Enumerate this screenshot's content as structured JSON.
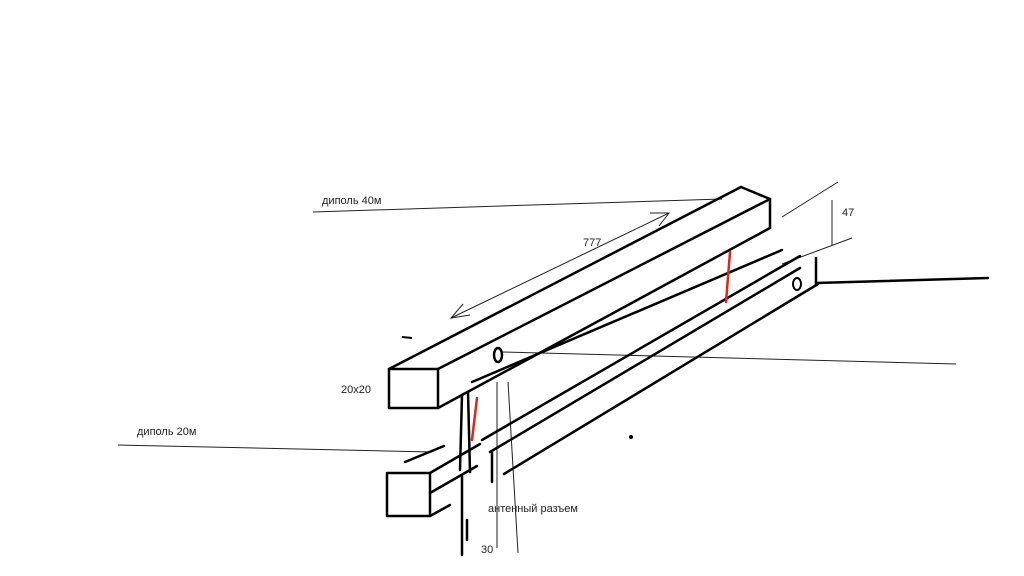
{
  "labels": {
    "dipole_40m": "диполь 40м",
    "length_777": "777",
    "dim_47": "47",
    "profile_20x20": "20x20",
    "dipole_20m": "диполь 20м",
    "antenna_connector": "антенный разъем",
    "dim_30": "30"
  },
  "colors": {
    "ink": "#000000",
    "thin_line": "#222222",
    "marker_red": "#e0261b"
  }
}
